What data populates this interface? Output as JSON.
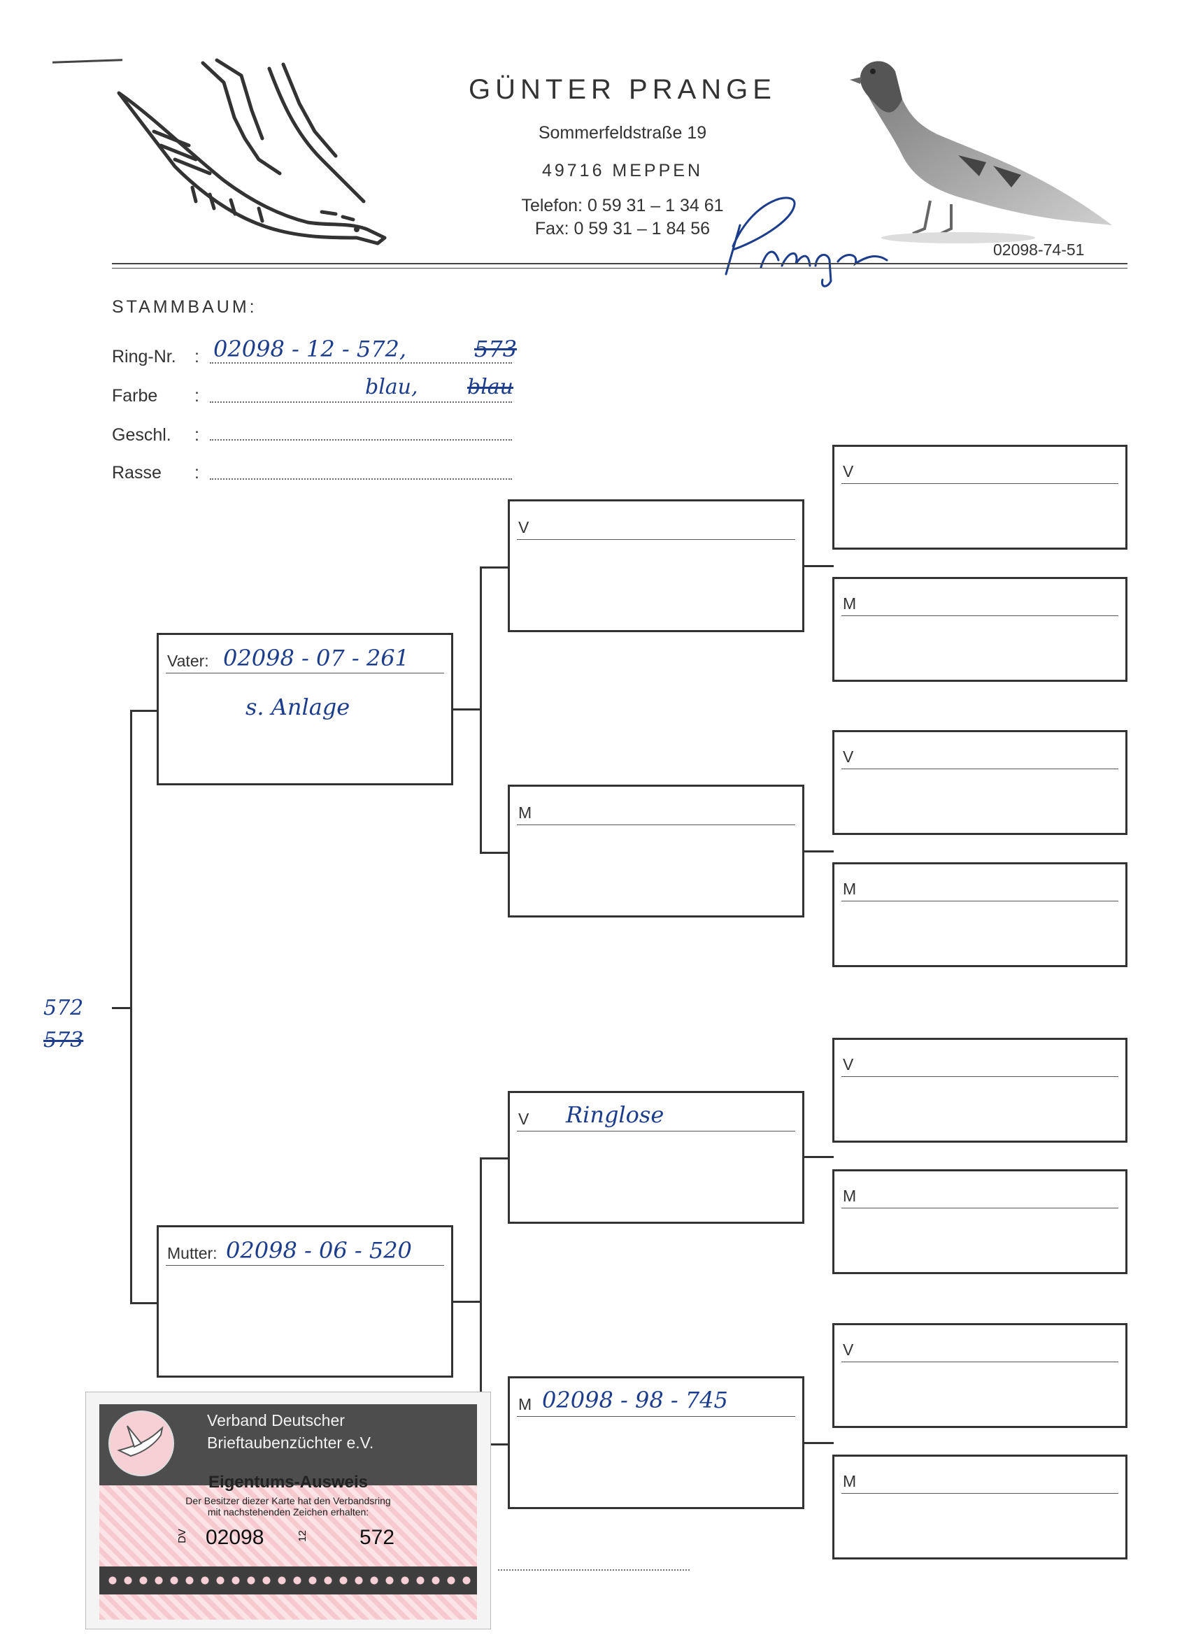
{
  "header": {
    "name": "GÜNTER PRANGE",
    "street": "Sommerfeldstraße 19",
    "city": "49716 MEPPEN",
    "phone": "Telefon: 0 59 31 – 1 34 61",
    "fax": "Fax: 0 59 31 – 1 84 56",
    "code": "02098-74-51",
    "signature": "Prange"
  },
  "form": {
    "title": "STAMMBAUM:",
    "ring_label": "Ring-Nr.",
    "ring_value": "02098 - 12 - 572,",
    "ring_struck": "573",
    "farbe_label": "Farbe",
    "farbe_value": "blau,",
    "farbe_struck": "blau",
    "geschl_label": "Geschl.",
    "rasse_label": "Rasse",
    "colon": ":"
  },
  "side_ring": {
    "value": "572",
    "struck": "573"
  },
  "pedigree": {
    "vater_label": "Vater:",
    "vater_value": "02098 - 07 - 261",
    "vater_note": "s. Anlage",
    "mutter_label": "Mutter:",
    "mutter_value": "02098 - 06 - 520",
    "gen2": [
      {
        "label": "V",
        "value": ""
      },
      {
        "label": "M",
        "value": ""
      },
      {
        "label": "V",
        "value": "Ringlose"
      },
      {
        "label": "M",
        "value": "02098 - 98 - 745"
      }
    ],
    "gen3": [
      {
        "label": "V"
      },
      {
        "label": "M"
      },
      {
        "label": "V"
      },
      {
        "label": "M"
      },
      {
        "label": "V"
      },
      {
        "label": "M"
      },
      {
        "label": "V"
      },
      {
        "label": "M"
      }
    ]
  },
  "card": {
    "org_line1": "Verband Deutscher",
    "org_line2": "Brieftaubenzüchter e.V.",
    "title": "Eigentums-Ausweis",
    "sub_line1": "Der Besitzer diezer Karte hat den Verbandsring",
    "sub_line2": "mit nachstehenden Zeichen erhalten:",
    "dv": "DV",
    "club": "02098",
    "year": "12",
    "ring": "572"
  },
  "colors": {
    "ink": "#1c3c8c",
    "print": "#333333",
    "card_pink": "#f6c9cf",
    "card_dark": "#4d4d4d"
  }
}
